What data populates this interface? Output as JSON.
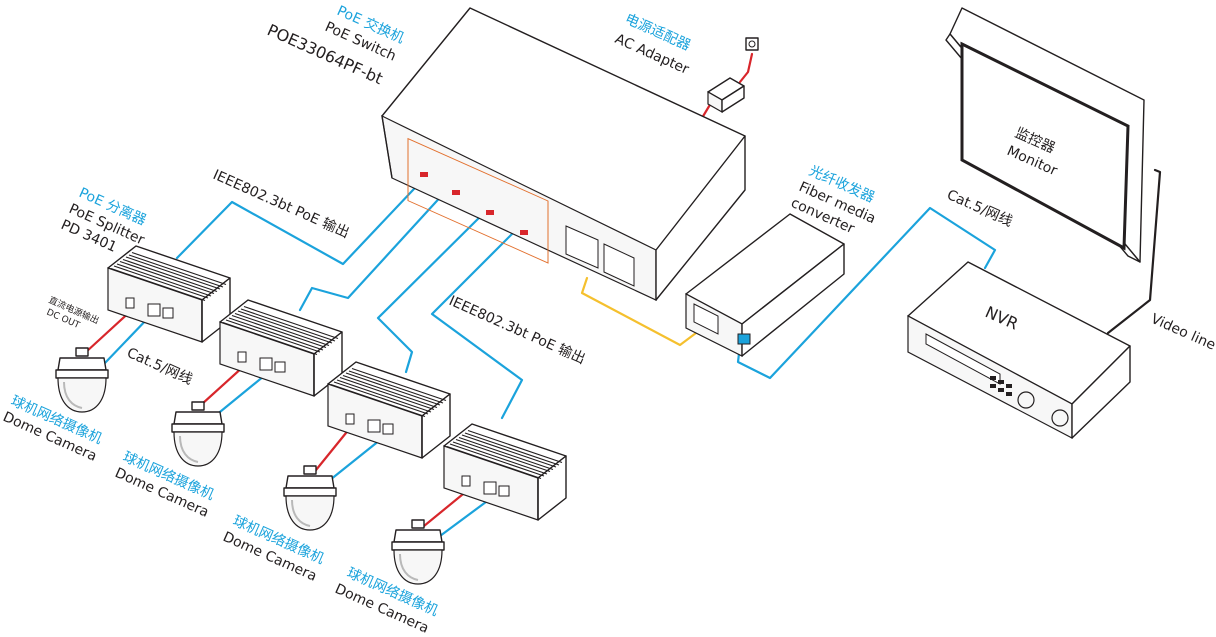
{
  "colors": {
    "label_cn": "#1ba3dc",
    "label_en": "#231f20",
    "ethernet_cable": "#1ba3dc",
    "power_cable": "#d8262b",
    "fiber_cable": "#f5c02e",
    "video_cable": "#231f20"
  },
  "switch": {
    "cn": "PoE 交换机",
    "en": "PoE  Switch",
    "model": "POE33064PF-bt"
  },
  "adapter": {
    "cn": "电源适配器",
    "en": "AC Adapter"
  },
  "fiber_converter": {
    "cn": "光纤收发器",
    "en_line1": "Fiber media",
    "en_line2": "converter"
  },
  "monitor": {
    "cn": "监控器",
    "en": "Monitor"
  },
  "nvr": {
    "label": "NVR"
  },
  "splitter": {
    "cn": "PoE 分离器",
    "en": "PoE Splitter",
    "model": "PD 3401",
    "dc_cn": "直流电源输出",
    "dc_en": "DC OUT"
  },
  "cables": {
    "poe_output_top": "IEEE802.3bt PoE 输出",
    "poe_output_mid": "IEEE802.3bt PoE 输出",
    "cat5_splitter": "Cat.5/网线",
    "cat5_nvr": "Cat.5/网线",
    "video_line": "Video line"
  },
  "cameras": [
    {
      "cn": "球机网络摄像机",
      "en": "Dome Camera"
    },
    {
      "cn": "球机网络摄像机",
      "en": "Dome Camera"
    },
    {
      "cn": "球机网络摄像机",
      "en": "Dome Camera"
    },
    {
      "cn": "球机网络摄像机",
      "en": "Dome Camera"
    }
  ]
}
